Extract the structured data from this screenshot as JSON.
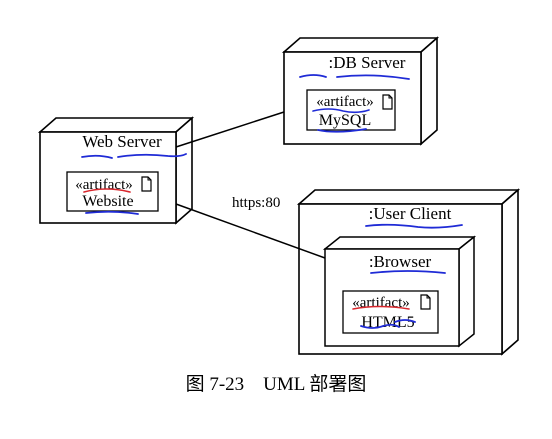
{
  "nodes": {
    "db_server": {
      "label": ":DB Server",
      "artifact_stereotype": "«artifact»",
      "artifact_name": "MySQL"
    },
    "web_server": {
      "label": "Web Server",
      "artifact_stereotype": "«artifact»",
      "artifact_name": "Website"
    },
    "user_client": {
      "label": ":User Client"
    },
    "browser": {
      "label": ":Browser",
      "artifact_stereotype": "«artifact»",
      "artifact_name": "HTML5"
    }
  },
  "connections": [
    {
      "from": "web_server",
      "to": "db_server",
      "label": ""
    },
    {
      "from": "web_server",
      "to": "browser",
      "label": "https:80"
    }
  ],
  "caption": "图 7-23    UML 部署图",
  "colors": {
    "ink": "#000000",
    "annotation_blue": "#1f2bd6",
    "annotation_red": "#d8262c"
  }
}
